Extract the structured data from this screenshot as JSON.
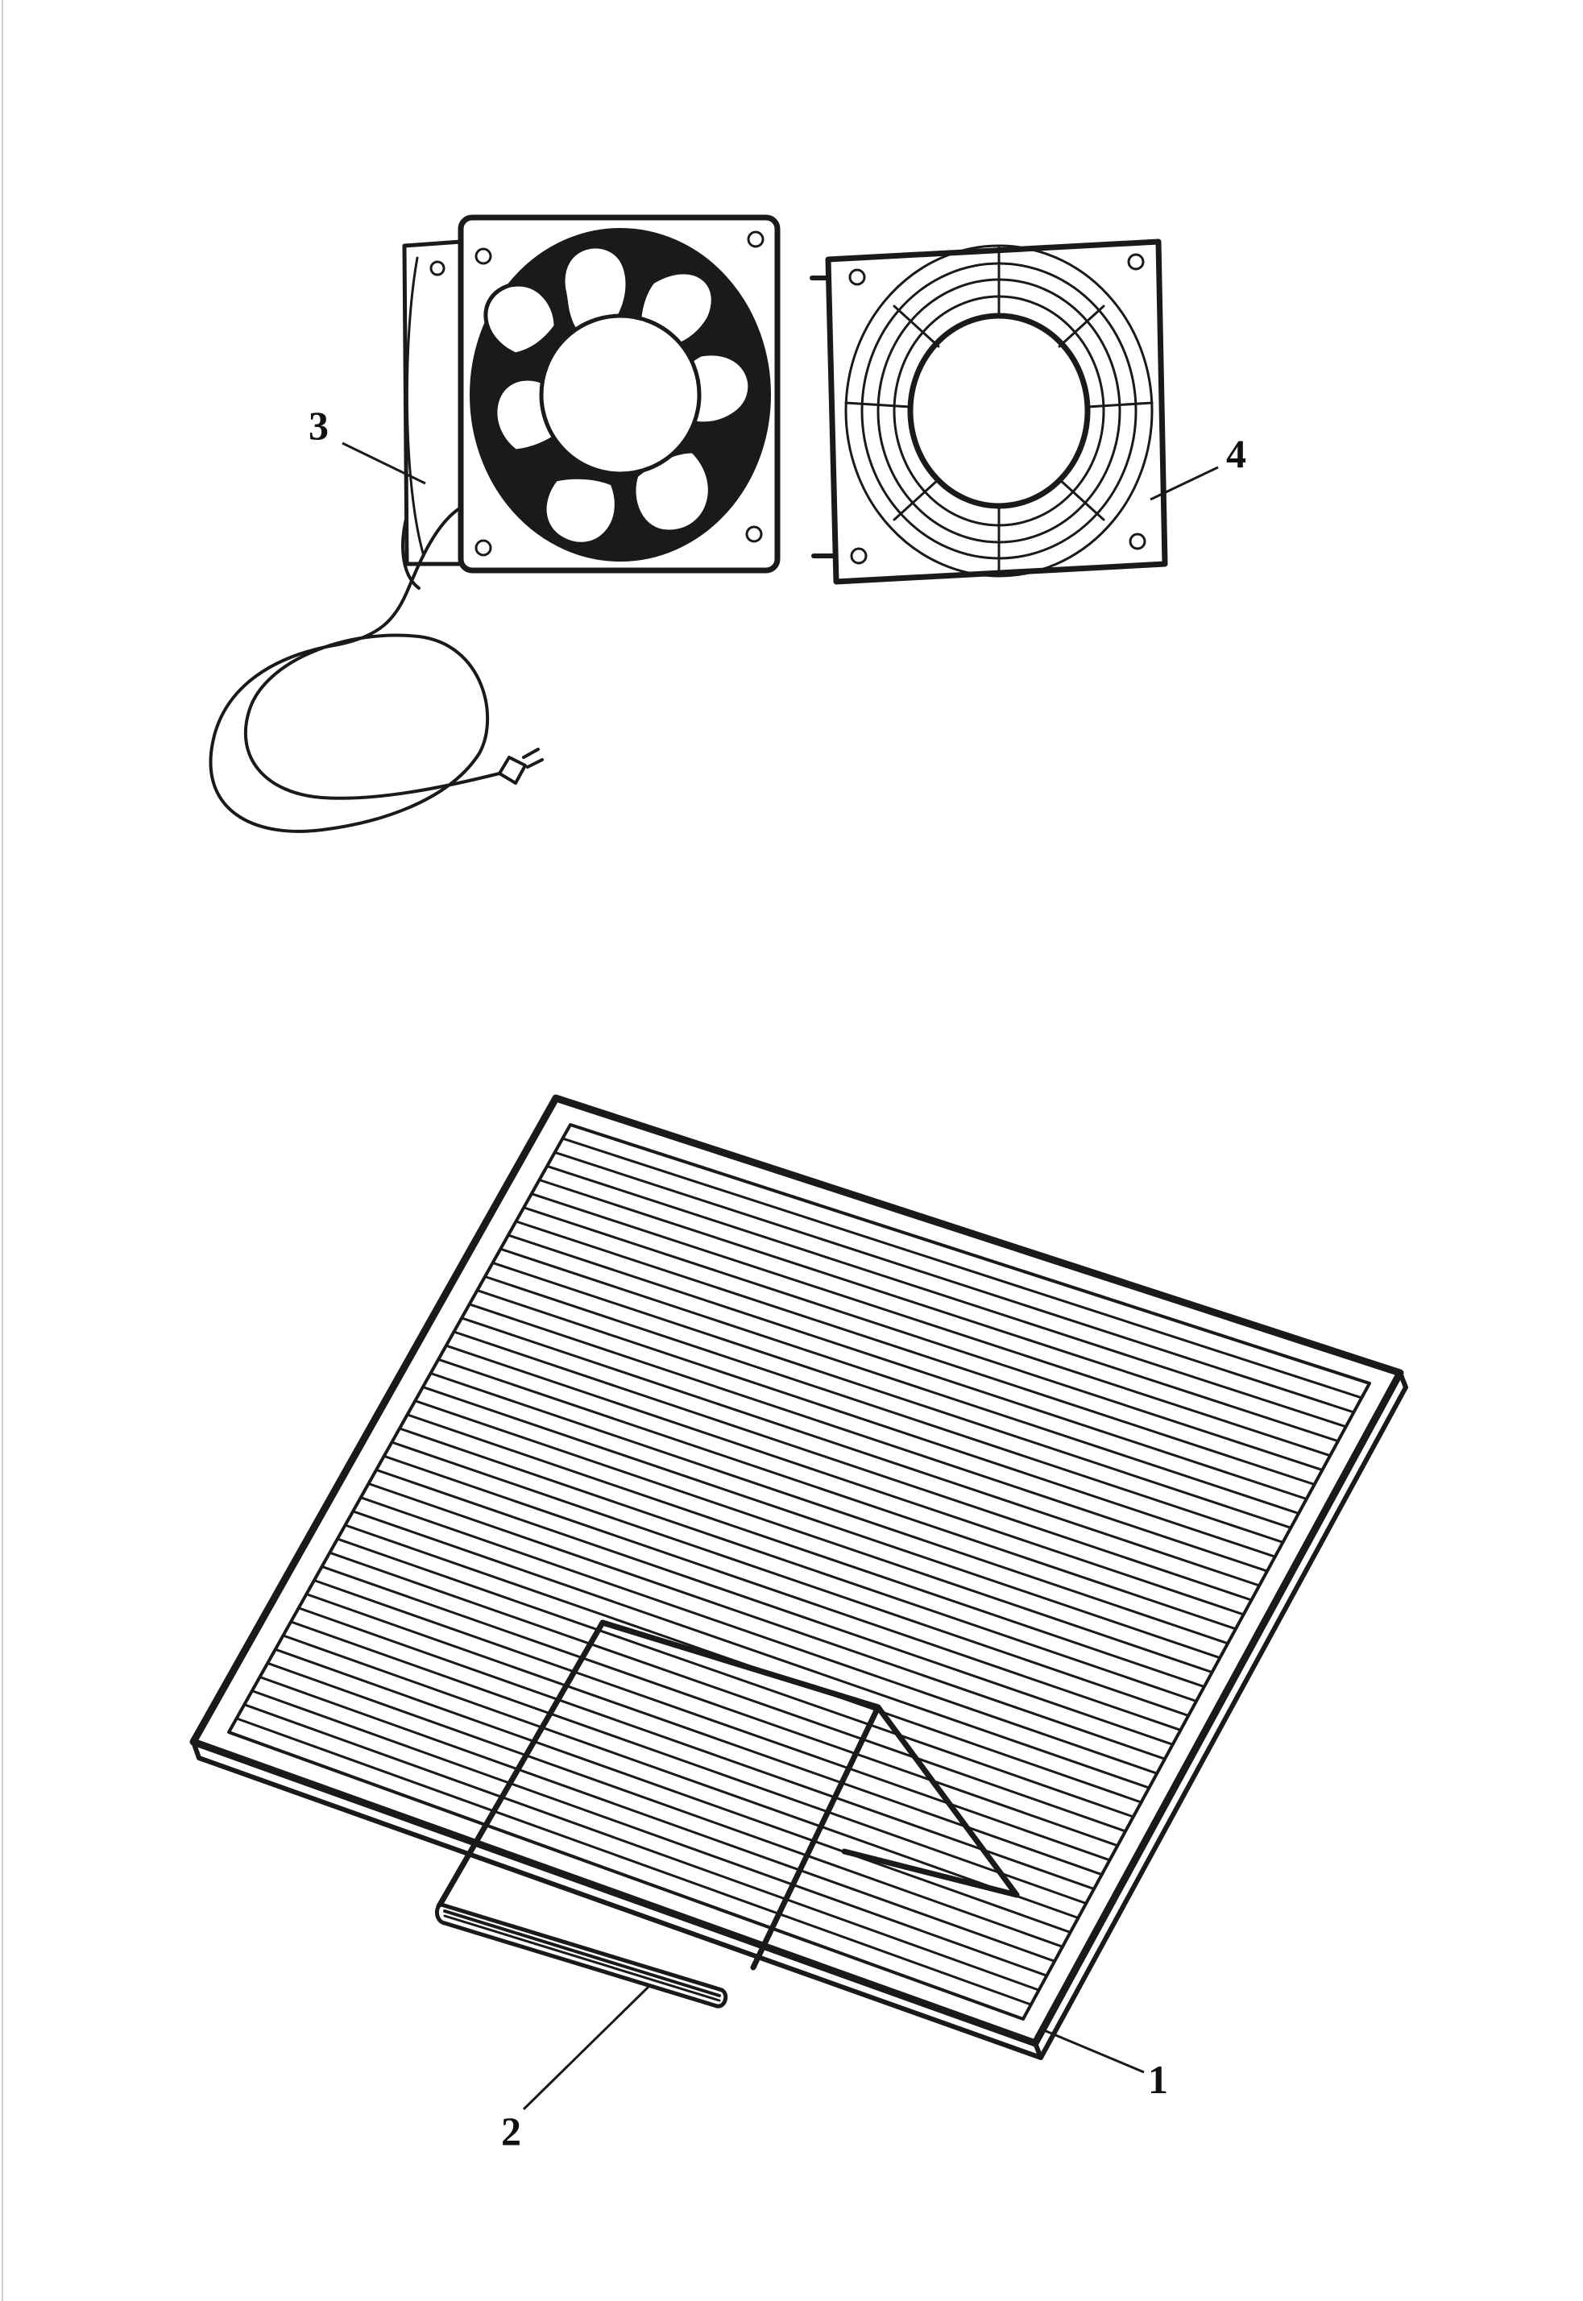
{
  "callouts": {
    "c1": "1",
    "c2": "2",
    "c3": "3",
    "c4": "4"
  },
  "colors": {
    "ink": "#1a1a1a",
    "paper": "#ffffff"
  },
  "icons": [
    "fan-icon",
    "fan-guard-icon",
    "plug-icon"
  ]
}
